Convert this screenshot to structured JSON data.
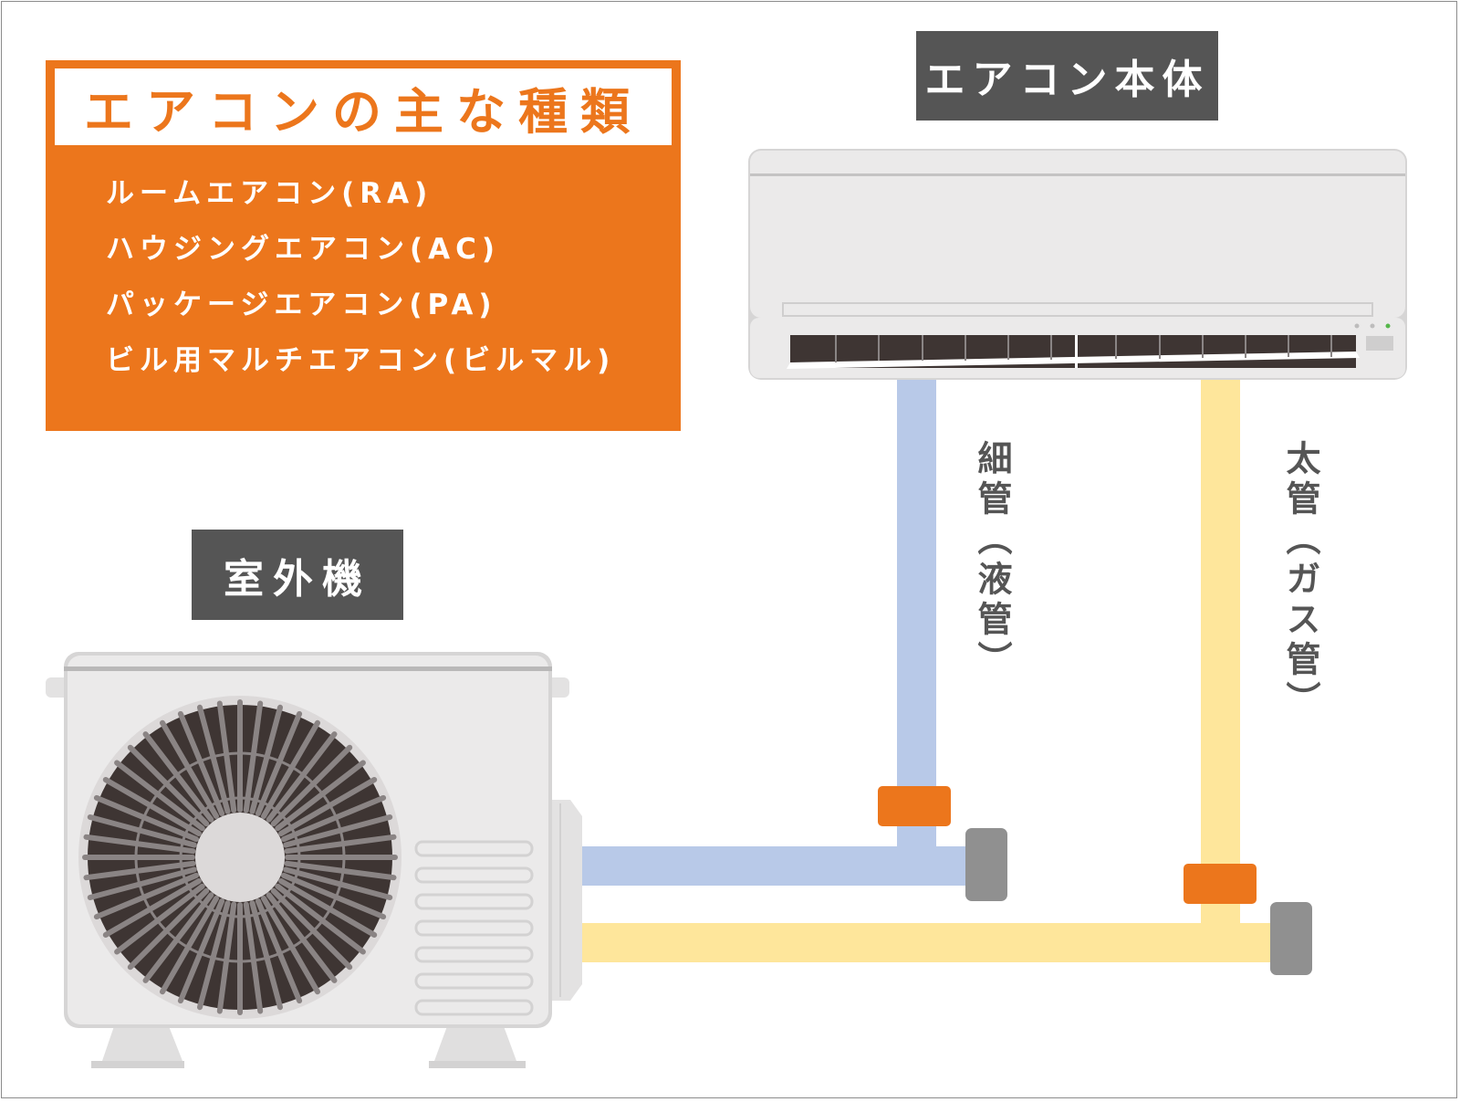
{
  "types_panel": {
    "title": "エアコンの主な種類",
    "items": [
      "ルームエアコン(RA)",
      "ハウジングエアコン(AC)",
      "パッケージエアコン(PA)",
      "ビル用マルチエアコン(ビルマル)"
    ]
  },
  "indoor_unit_label": "エアコン本体",
  "outdoor_unit_label": "室外機",
  "thin_pipe_label": "細管（液管）",
  "thick_pipe_label": "太管（ガス管）",
  "colors": {
    "accent_orange": "#ec761c",
    "label_gray": "#555555",
    "thin_pipe_blue": "#b8c9e8",
    "thick_pipe_yellow": "#fee69b",
    "valve_gray": "#909090",
    "unit_body": "#ebeaea",
    "fan_dark": "#3e3533"
  },
  "icons": [
    "indoor-air-conditioner-icon",
    "outdoor-unit-icon",
    "fan-grille-icon",
    "valve-icon"
  ]
}
